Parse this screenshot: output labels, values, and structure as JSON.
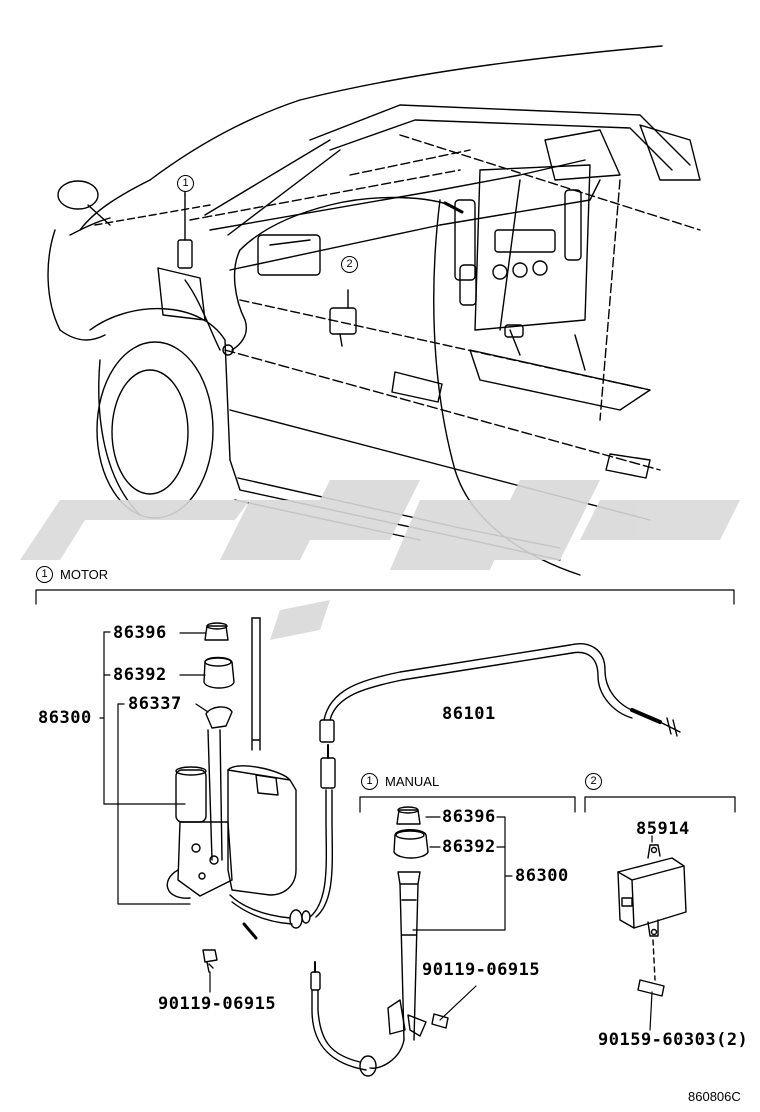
{
  "callouts": {
    "top_1": "1",
    "top_2": "2",
    "motor_num": "1",
    "manual_num": "1",
    "module_num": "2"
  },
  "sections": {
    "motor": "MOTOR",
    "manual": "MANUAL"
  },
  "parts": {
    "motor_86396": "86396",
    "motor_86392": "86392",
    "motor_86337": "86337",
    "motor_86300": "86300",
    "cable_86101": "86101",
    "motor_bolt": "90119-06915",
    "manual_86396": "86396",
    "manual_86392": "86392",
    "manual_86300": "86300",
    "manual_bolt": "90119-06915",
    "module_85914": "85914",
    "module_bolt": "90159-60303(2)"
  },
  "figure_code": "860806C",
  "watermark_color": "#d9d9d9"
}
